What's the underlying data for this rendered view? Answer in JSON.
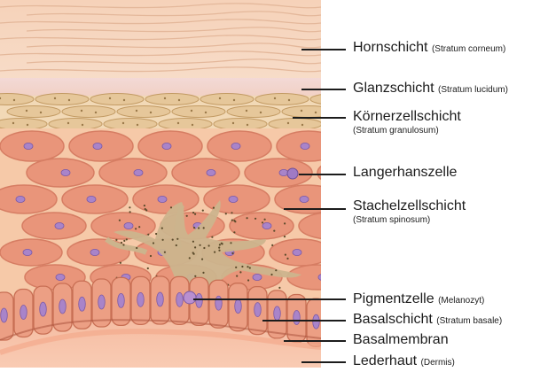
{
  "labels": [
    {
      "id": "hornschicht",
      "name": "Hornschicht",
      "latin": "(Stratum corneum)"
    },
    {
      "id": "glanzschicht",
      "name": "Glanzschicht",
      "latin": "(Stratum lucidum)"
    },
    {
      "id": "koernerzellschicht",
      "name": "Körnerzellschicht",
      "latin": "(Stratum granulosum)"
    },
    {
      "id": "langerhanszelle",
      "name": "Langerhanszelle",
      "latin": ""
    },
    {
      "id": "stachelzellschicht",
      "name": "Stachelzellschicht",
      "latin": "(Stratum spinosum)"
    },
    {
      "id": "pigmentzelle",
      "name": "Pigmentzelle",
      "latin": "(Melanozyt)"
    },
    {
      "id": "basalschicht",
      "name": "Basalschicht",
      "latin": "(Stratum basale)"
    },
    {
      "id": "basalmembran",
      "name": "Basalmembran",
      "latin": ""
    },
    {
      "id": "lederhaut",
      "name": "Lederhaut",
      "latin": "(Dermis)"
    }
  ],
  "colors": {
    "corneum": "#f6d6bf",
    "lucidum": "#f4d8d0",
    "granulosum": "#e6c79a",
    "spinosum_cell": "#e9957a",
    "spinosum_gap": "#f8cfae",
    "nucleus": "#a984c9",
    "melanocyte": "#ccb48d",
    "dermis": "#f7c0a6",
    "leader": "#1c1c1c"
  }
}
